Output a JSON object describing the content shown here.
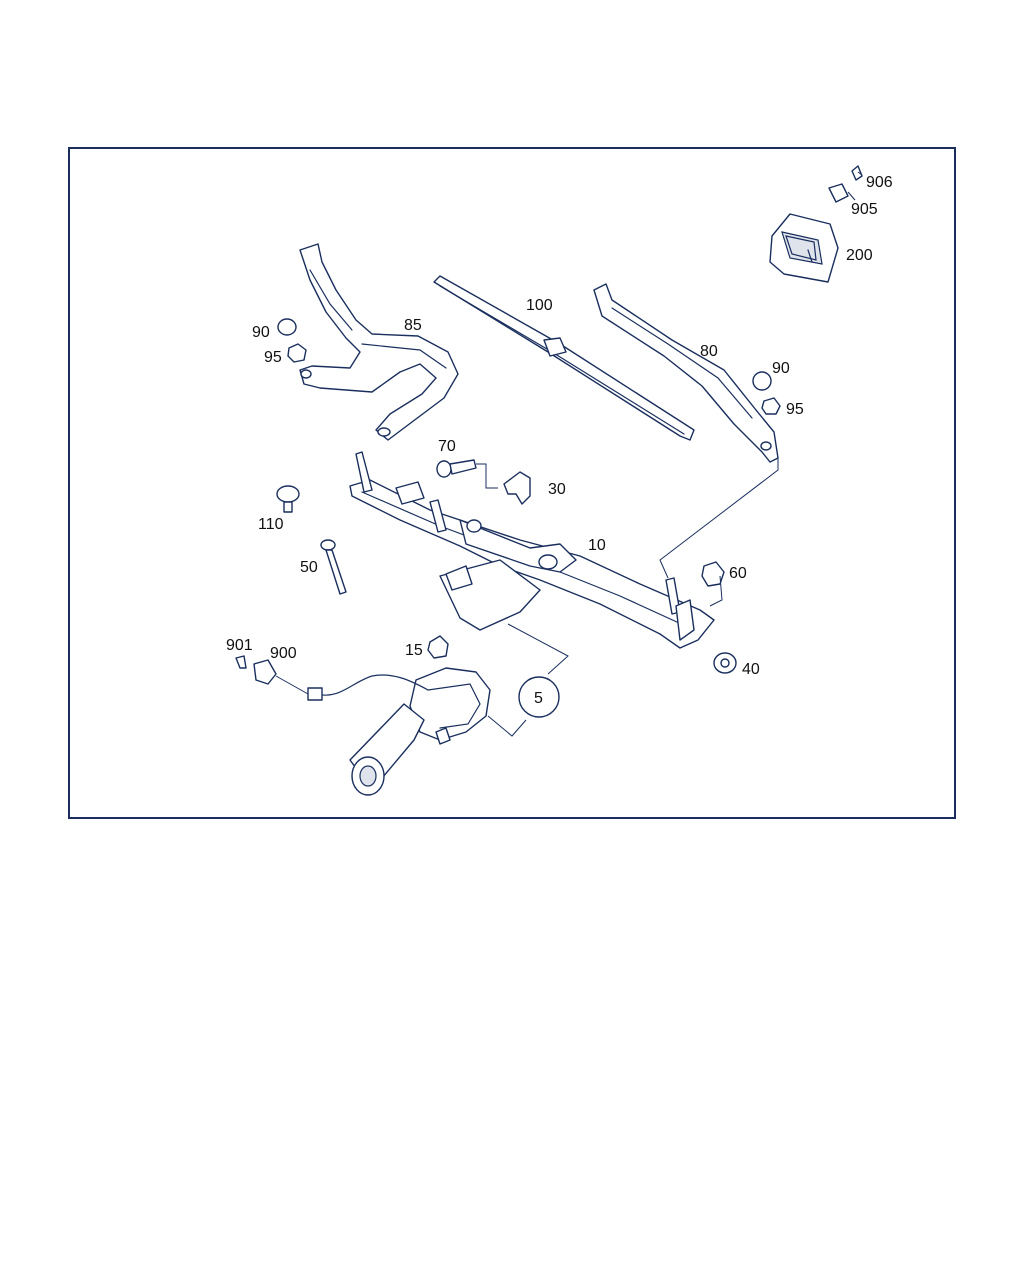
{
  "diagram": {
    "callouts": [
      {
        "id": "c906",
        "label": "906"
      },
      {
        "id": "c905",
        "label": "905"
      },
      {
        "id": "c200",
        "label": "200"
      },
      {
        "id": "c100",
        "label": "100"
      },
      {
        "id": "c85",
        "label": "85"
      },
      {
        "id": "c90a",
        "label": "90"
      },
      {
        "id": "c95a",
        "label": "95"
      },
      {
        "id": "c80",
        "label": "80"
      },
      {
        "id": "c90b",
        "label": "90"
      },
      {
        "id": "c95b",
        "label": "95"
      },
      {
        "id": "c70",
        "label": "70"
      },
      {
        "id": "c30",
        "label": "30"
      },
      {
        "id": "c110",
        "label": "110"
      },
      {
        "id": "c10",
        "label": "10"
      },
      {
        "id": "c50",
        "label": "50"
      },
      {
        "id": "c60",
        "label": "60"
      },
      {
        "id": "c901",
        "label": "901"
      },
      {
        "id": "c900",
        "label": "900"
      },
      {
        "id": "c15",
        "label": "15"
      },
      {
        "id": "c40",
        "label": "40"
      },
      {
        "id": "c5",
        "label": "5"
      }
    ]
  },
  "colors": {
    "line": "#1a2f5e",
    "frame": "#1a2f5e",
    "shade": "#dfe3ec"
  }
}
